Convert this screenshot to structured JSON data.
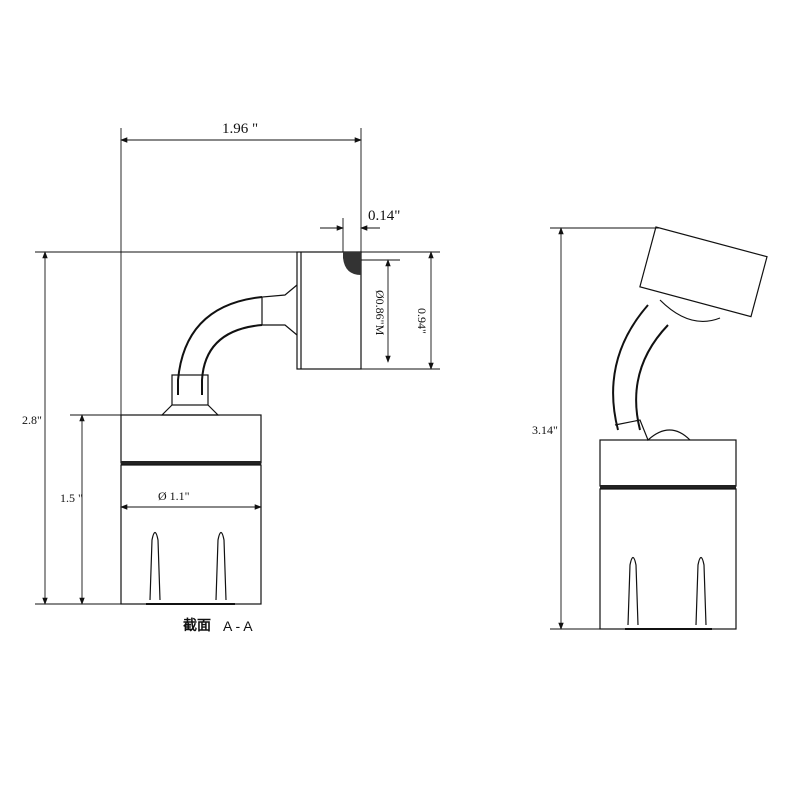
{
  "left_view": {
    "dim_width": "1.96 \"",
    "dim_offset": "0.14\"",
    "dim_thread": "Ø0.86\"M",
    "dim_head_height": "0.94\"",
    "dim_total_height": "2.8\"",
    "dim_base_height": "1.5 \"",
    "dim_diameter": "Ø 1.1\"",
    "section_label_cn": "截面",
    "section_label": "A - A"
  },
  "right_view": {
    "dim_total_height": "3.14\""
  }
}
